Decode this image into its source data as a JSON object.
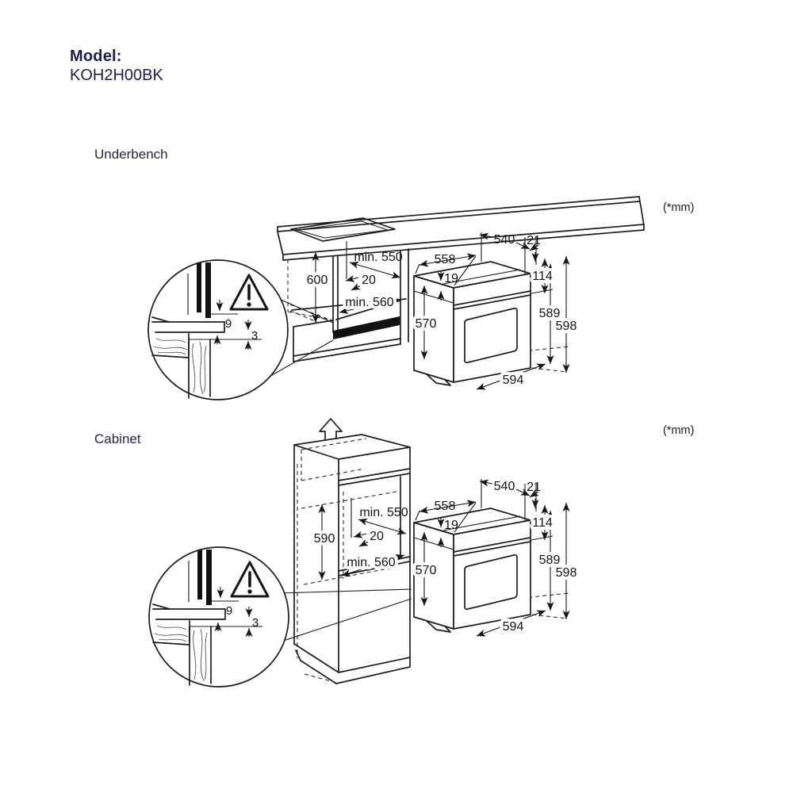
{
  "header": {
    "model_label": "Model:",
    "model_number": "KOH2H00BK"
  },
  "underbench": {
    "title": "Underbench",
    "units": "(*mm)",
    "niche": {
      "height": "600",
      "min_depth_top": "min. 550",
      "rear_gap": "20",
      "min_depth_bottom": "min. 560"
    },
    "oven": {
      "depth_top": "540",
      "door_gap": "21",
      "depth_body": "558",
      "top_lip": "19",
      "panel_height": "114",
      "body_height": "570",
      "front_height": "589",
      "total_height": "598",
      "width": "594"
    },
    "detail": {
      "upper_gap": "9",
      "lower_gap": "3"
    }
  },
  "cabinet": {
    "title": "Cabinet",
    "units": "(*mm)",
    "niche": {
      "height": "590",
      "min_depth_top": "min. 550",
      "rear_gap": "20",
      "min_depth_bottom": "min. 560"
    },
    "oven": {
      "depth_top": "540",
      "door_gap": "21",
      "depth_body": "558",
      "top_lip": "19",
      "panel_height": "114",
      "body_height": "570",
      "front_height": "589",
      "total_height": "598",
      "width": "594"
    },
    "detail": {
      "upper_gap": "9",
      "lower_gap": "3"
    }
  }
}
